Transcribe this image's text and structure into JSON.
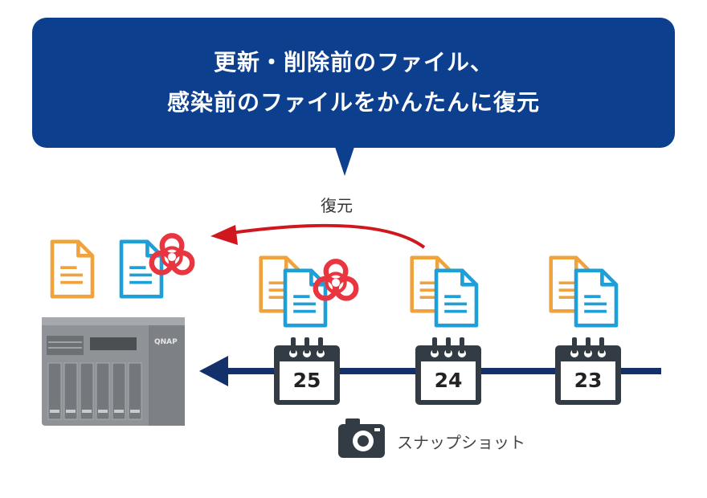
{
  "banner": {
    "line1": "更新・削除前のファイル、",
    "line2": "感染前のファイルをかんたんに復元"
  },
  "restore_label": "復元",
  "snapshot_label": "スナップショット",
  "nas_logo_text": "QNAP",
  "snapshots": [
    {
      "day": "25",
      "infected": true
    },
    {
      "day": "24",
      "infected": false
    },
    {
      "day": "23",
      "infected": false
    }
  ],
  "colors": {
    "banner": "#0d3f8f",
    "timeline": "#14306a",
    "restore_arrow": "#d0171e",
    "doc_orange": "#f0a23c",
    "doc_blue": "#1e9fd8",
    "biohazard": "#e8353f",
    "calendar_frame": "#333c44"
  }
}
